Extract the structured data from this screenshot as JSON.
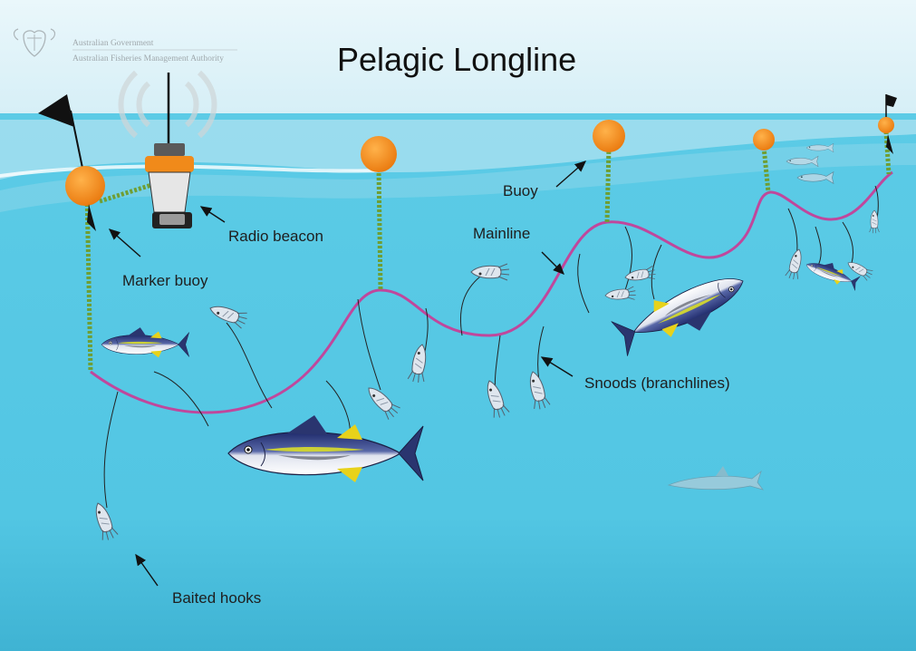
{
  "header": {
    "title": "Pelagic Longline",
    "logo": {
      "line1": "Australian Government",
      "line2": "Australian Fisheries Management Authority",
      "emblem": "coat-of-arms"
    }
  },
  "labels": {
    "marker_buoy": "Marker buoy",
    "radio_beacon": "Radio beacon",
    "buoy": "Buoy",
    "mainline": "Mainline",
    "snoods": "Snoods (branchlines)",
    "baited_hooks": "Baited hooks"
  },
  "colors": {
    "sky": "#e6f5f9",
    "water": "#54c8e4",
    "water_deep": "#2fa7c8",
    "mainline": "#c0479c",
    "buoy": "#f08a1a",
    "float_rope": "#7aa83a",
    "flag": "#111111"
  }
}
